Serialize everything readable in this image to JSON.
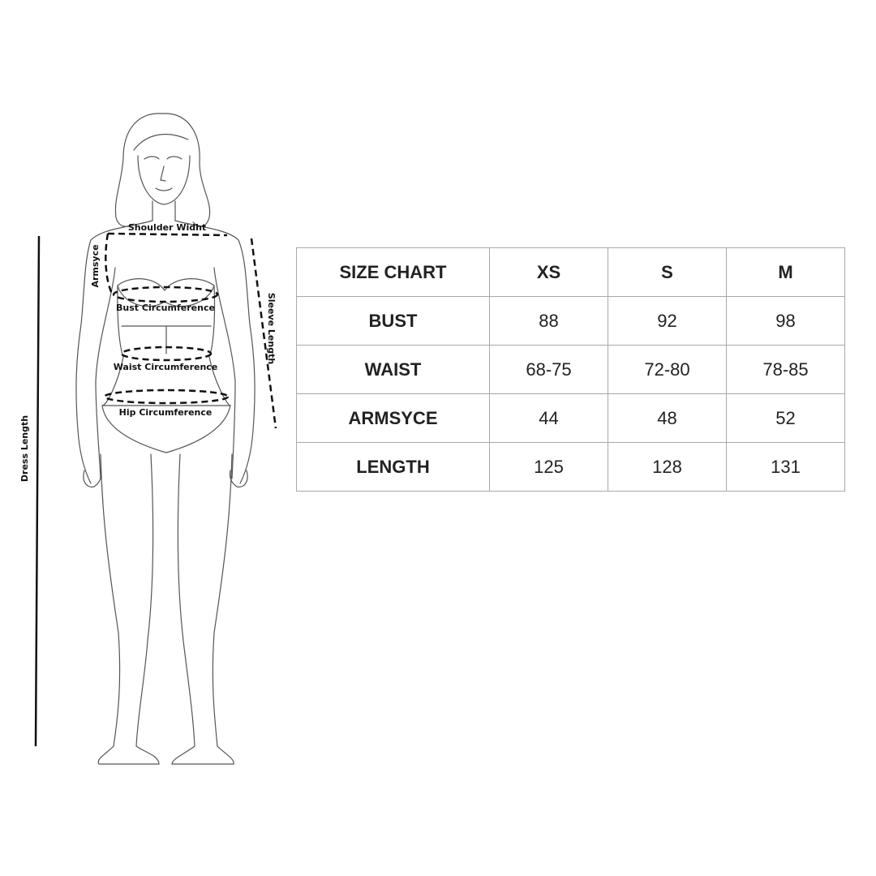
{
  "measurement_labels": {
    "shoulder": "Shoulder Widht",
    "armsyce": "Armsyce",
    "bust": "Bust Circumference",
    "waist": "Waist Circumference",
    "hip": "Hip Circumference",
    "sleeve": "Sleeve Length",
    "dress": "Dress Length"
  },
  "table": {
    "headers": [
      "SIZE CHART",
      "XS",
      "S",
      "M"
    ],
    "rows": [
      {
        "label": "BUST",
        "values": [
          "88",
          "92",
          "98"
        ]
      },
      {
        "label": "WAIST",
        "values": [
          "68-75",
          "72-80",
          "78-85"
        ]
      },
      {
        "label": "ARMSYCE",
        "values": [
          "44",
          "48",
          "52"
        ]
      },
      {
        "label": "LENGTH",
        "values": [
          "125",
          "128",
          "131"
        ]
      }
    ]
  }
}
